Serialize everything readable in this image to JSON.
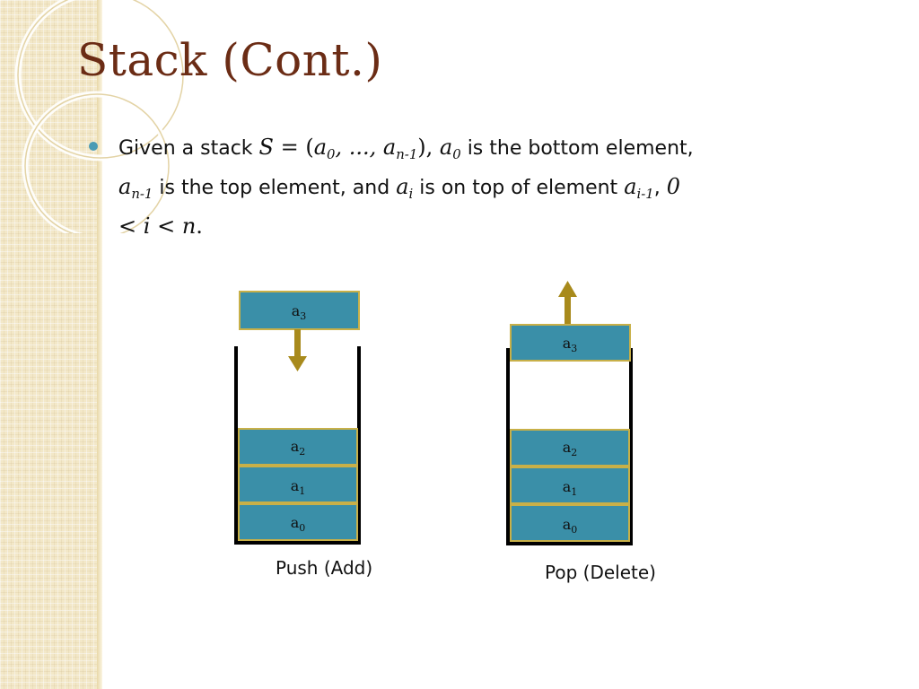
{
  "slide": {
    "title": "Stack (Cont.)",
    "bullet": {
      "given": "Given a stack ",
      "S": "S",
      "eq": " = (",
      "a0": "a",
      "a0_sub": "0",
      "ellipsis": ", ..., ",
      "an1": "a",
      "an1_sub": "n-1",
      "close": "), ",
      "a0b": "a",
      "a0b_sub": "0",
      "bottom": " is the bottom element,",
      "an1b": "a",
      "an1b_sub": "n-1",
      "top": " is the top element, and ",
      "ai": "a",
      "ai_sub": "i",
      "ontop": " is on top of element ",
      "ai1": "a",
      "ai1_sub": "i-1",
      "comma": ", ",
      "zero": "0",
      "lt1": "< ",
      "i": "i",
      "lt2": " < ",
      "n": "n",
      "dot": "."
    }
  },
  "colors": {
    "title": "#6b2c15",
    "bullet": "#4a9bb5",
    "block_fill": "#3a8fa8",
    "block_border": "#c8b048",
    "arrow": "#a88a1c",
    "container": "#000000"
  },
  "diagram": {
    "push": {
      "caption": "Push (Add)",
      "incoming": {
        "letter": "a",
        "sub": "3"
      },
      "blocks": [
        {
          "letter": "a",
          "sub": "2"
        },
        {
          "letter": "a",
          "sub": "1"
        },
        {
          "letter": "a",
          "sub": "0"
        }
      ],
      "arrow_icon": "arrow-down-icon"
    },
    "pop": {
      "caption": "Pop (Delete)",
      "outgoing": {
        "letter": "a",
        "sub": "3"
      },
      "blocks": [
        {
          "letter": "a",
          "sub": "2"
        },
        {
          "letter": "a",
          "sub": "1"
        },
        {
          "letter": "a",
          "sub": "0"
        }
      ],
      "arrow_icon": "arrow-up-icon"
    }
  }
}
